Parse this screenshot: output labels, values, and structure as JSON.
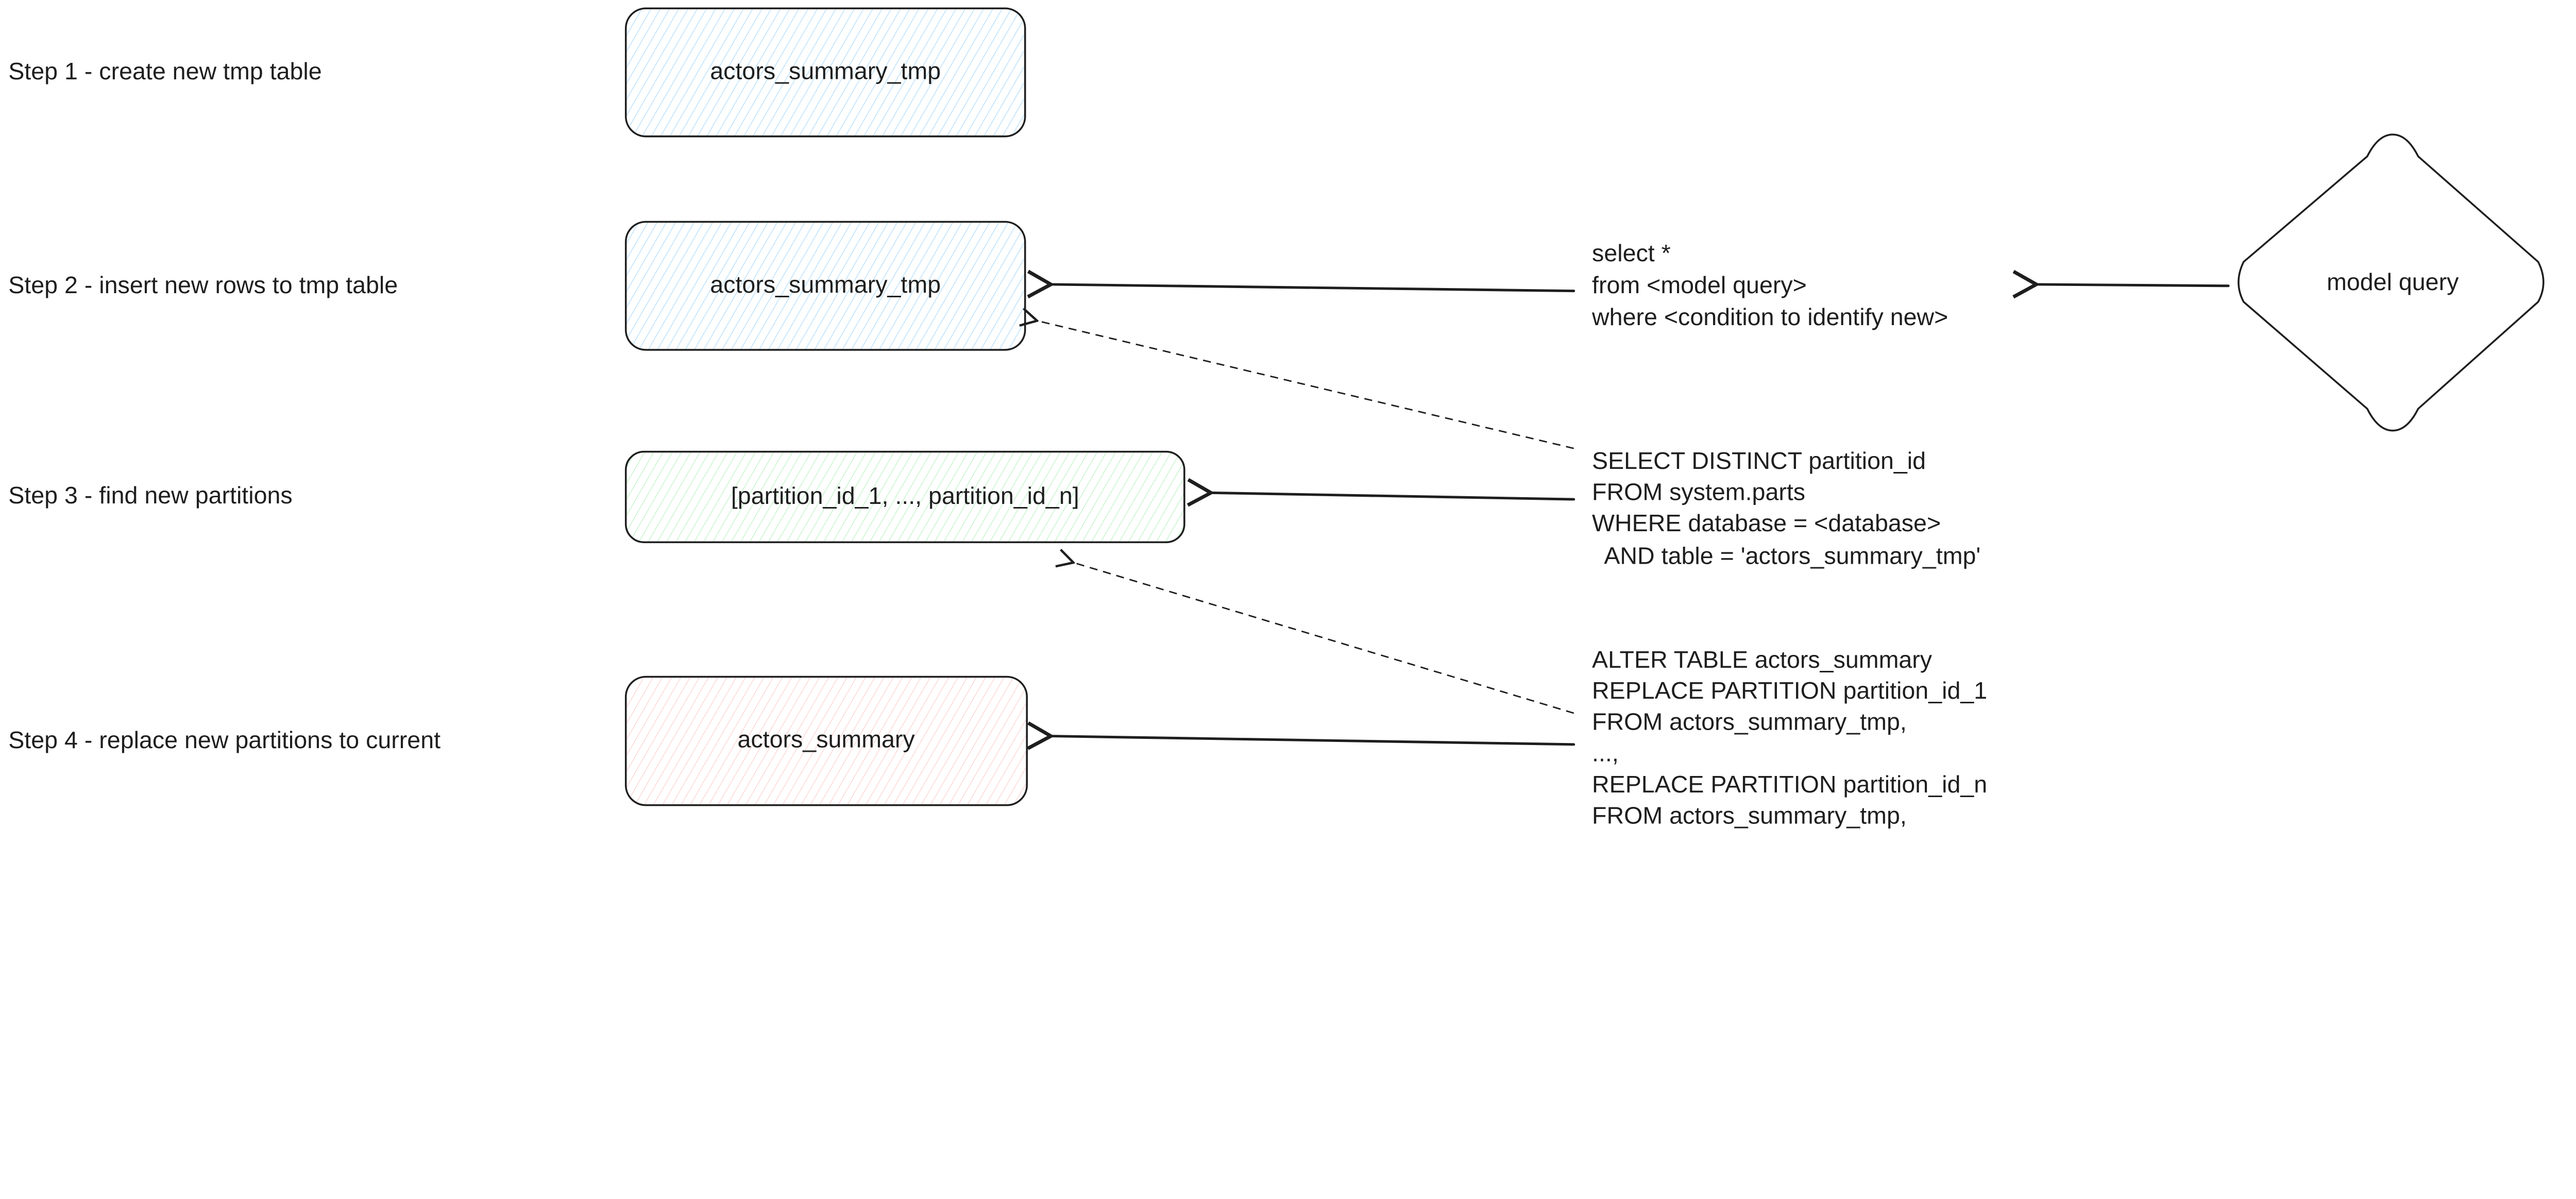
{
  "steps": [
    {
      "label": "Step 1 - create new tmp table",
      "box": "actors_summary_tmp",
      "fill": "#a5d8ff"
    },
    {
      "label": "Step 2 - insert new rows to tmp table",
      "box": "actors_summary_tmp",
      "fill": "#a5d8ff"
    },
    {
      "label": "Step 3 - find new partitions",
      "box": "[partition_id_1, ..., partition_id_n]",
      "fill": "#b2f2bb"
    },
    {
      "label": "Step 4 - replace new partitions to current",
      "box": "actors_summary",
      "fill": "#ffc9c9"
    }
  ],
  "source": {
    "label": "model query"
  },
  "queries": {
    "insert": [
      "select *",
      "from <model query>",
      "where <condition to identify new>"
    ],
    "partitions": [
      "SELECT DISTINCT partition_id",
      "FROM system.parts",
      "WHERE database = <database>",
      "  AND table = 'actors_summary_tmp'"
    ],
    "replace": [
      "ALTER TABLE actors_summary",
      "REPLACE PARTITION partition_id_1",
      "FROM actors_summary_tmp,",
      "...,",
      "REPLACE PARTITION partition_id_n",
      "FROM actors_summary_tmp,"
    ]
  }
}
